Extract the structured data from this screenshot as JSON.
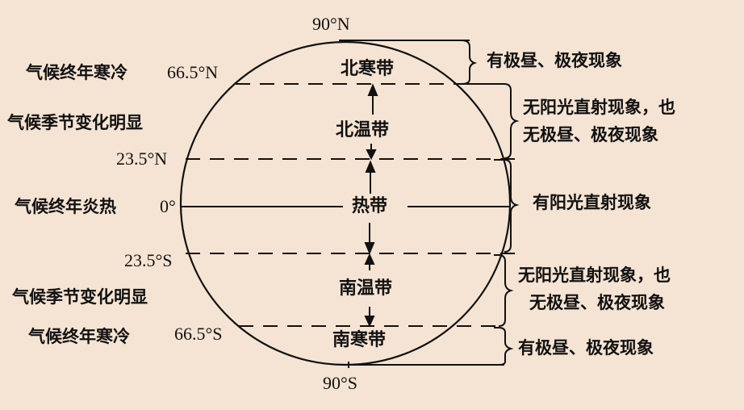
{
  "diagram": {
    "title": "",
    "background": "#f5e4d3",
    "latitudes": {
      "north_pole": "90°N",
      "arctic_circle": "66.5°N",
      "tropic_cancer": "23.5°N",
      "equator": "0°",
      "tropic_capricorn": "23.5°S",
      "antarctic_circle": "66.5°S",
      "south_pole": "90°S"
    },
    "zones": {
      "north_frigid": "北寒带",
      "north_temperate": "北温带",
      "tropical": "热带",
      "south_temperate": "南温带",
      "south_frigid": "南寒带"
    },
    "climate_left": {
      "north_frigid": "气候终年寒冷",
      "north_temperate": "气候季节变化明显",
      "tropical": "气候终年炎热",
      "south_temperate": "气候季节变化明显",
      "south_frigid": "气候终年寒冷"
    },
    "phenomena_right": {
      "north_frigid": "有极昼、极夜现象",
      "north_temperate_line1": "无阳光直射现象，也",
      "north_temperate_line2": "无极昼、极夜现象",
      "tropical": "有阳光直射现象",
      "south_temperate_line1": "无阳光直射现象，也",
      "south_temperate_line2": "无极昼、极夜现象",
      "south_frigid": "有极昼、极夜现象"
    }
  }
}
